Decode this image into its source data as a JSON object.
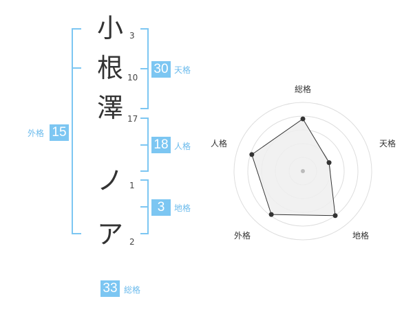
{
  "name": {
    "characters": [
      {
        "char": "小",
        "strokes": "3"
      },
      {
        "char": "根",
        "strokes": "10"
      },
      {
        "char": "澤",
        "strokes": "17"
      },
      {
        "char": "ノ",
        "strokes": "1"
      },
      {
        "char": "ア",
        "strokes": "2"
      }
    ]
  },
  "fortunes": {
    "tenkaku": {
      "label": "天格",
      "value": "30"
    },
    "jinkaku": {
      "label": "人格",
      "value": "18"
    },
    "chikaku": {
      "label": "地格",
      "value": "3"
    },
    "gaikaku": {
      "label": "外格",
      "value": "15"
    },
    "soukaku": {
      "label": "総格",
      "value": "33"
    }
  },
  "radar": {
    "axes": [
      {
        "label": "総格",
        "level": 0.76
      },
      {
        "label": "天格",
        "level": 0.4
      },
      {
        "label": "地格",
        "level": 0.8
      },
      {
        "label": "外格",
        "level": 0.78
      },
      {
        "label": "人格",
        "level": 0.78
      }
    ],
    "fill_color": "#efefef",
    "line_color": "#333333",
    "ring_color": "#dddddd"
  },
  "colors": {
    "accent": "#7cc6f2",
    "label": "#6cbbec"
  }
}
